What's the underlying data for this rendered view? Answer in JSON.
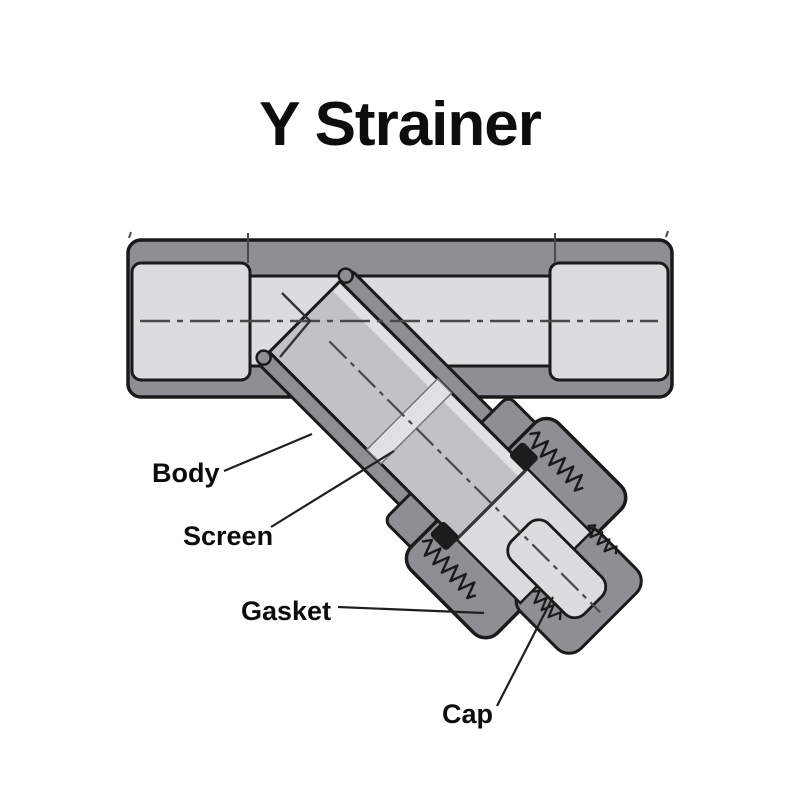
{
  "title": "Y Strainer",
  "diagram": {
    "type": "cutaway-technical-diagram",
    "subject": "Y strainer pipe fitting cross-section",
    "labels": [
      {
        "id": "body",
        "text": "Body"
      },
      {
        "id": "screen",
        "text": "Screen"
      },
      {
        "id": "gasket",
        "text": "Gasket"
      },
      {
        "id": "cap",
        "text": "Cap"
      }
    ]
  },
  "colors": {
    "bg": "#ffffff",
    "text": "#0d0d0d",
    "outline": "#1a1a1a",
    "body_gray": "#8e8f93",
    "bore_gray": "#dbdcde",
    "screen_gray": "#c1c2c6",
    "joint_gray": "#e0e1e3",
    "seal_black": "#1c1c1c",
    "centerline": "#4a4a4a",
    "leader": "#1e1e1e"
  }
}
